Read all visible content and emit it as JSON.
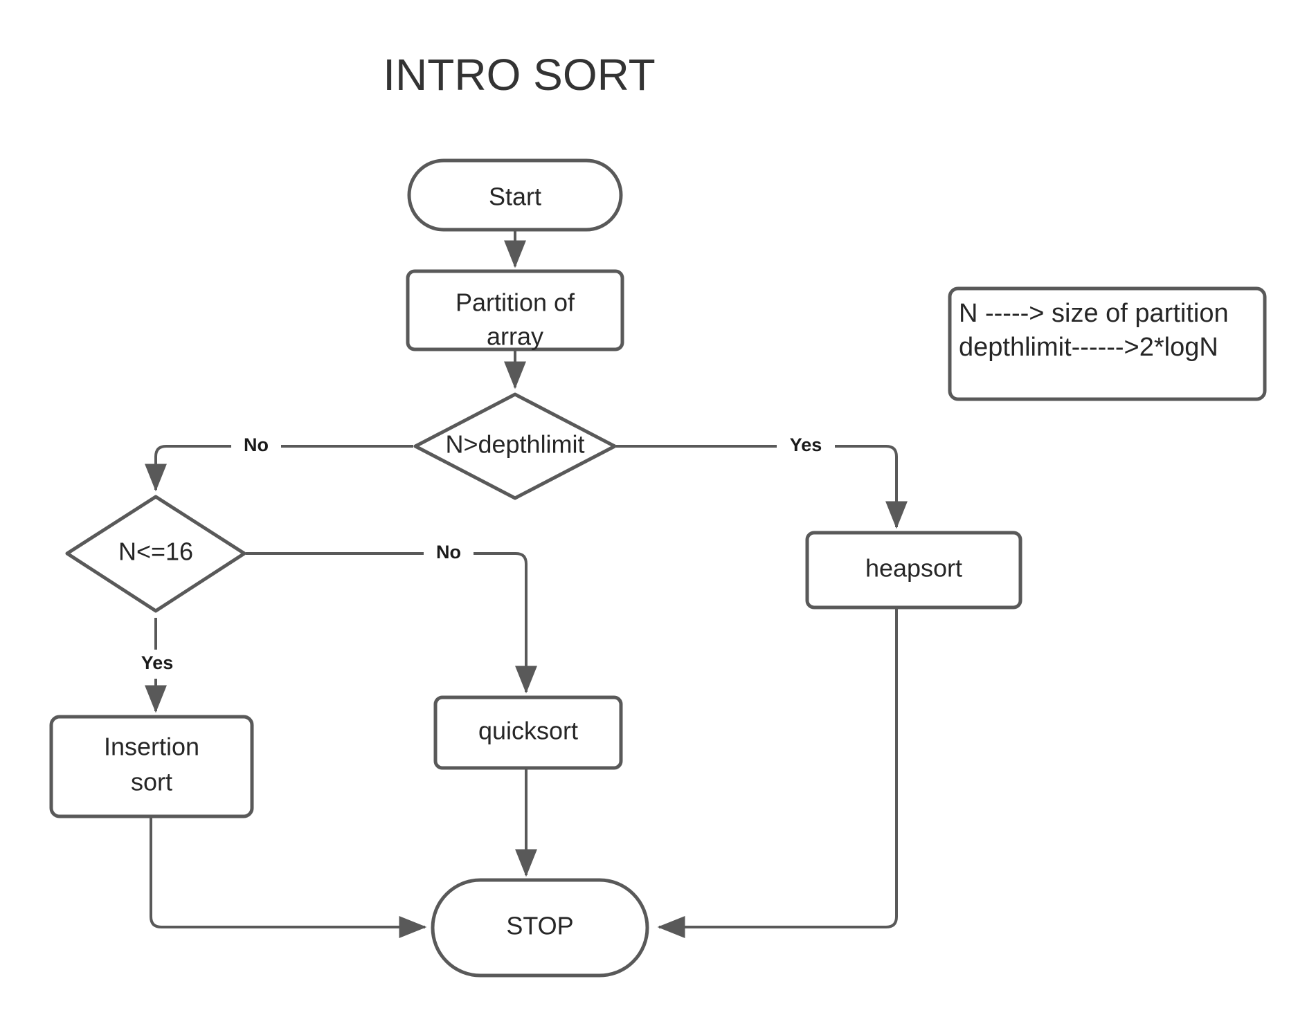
{
  "title": "INTRO SORT",
  "colors": {
    "stroke": "#595959",
    "text": "#262626",
    "title": "#333333",
    "label": "#1a1a1a",
    "background": "#ffffff"
  },
  "nodes": {
    "start": {
      "label": "Start",
      "shape": "stadium"
    },
    "partition": {
      "line1": "Partition of",
      "line2": "array",
      "shape": "rounded-rect"
    },
    "decision_depth": {
      "label": "N>depthlimit",
      "shape": "diamond"
    },
    "decision_size": {
      "label": "N<=16",
      "shape": "diamond"
    },
    "insertion": {
      "line1": "Insertion",
      "line2": "sort",
      "shape": "rounded-rect"
    },
    "quicksort": {
      "label": "quicksort",
      "shape": "rounded-rect"
    },
    "heapsort": {
      "label": "heapsort",
      "shape": "rounded-rect"
    },
    "stop": {
      "label": "STOP",
      "shape": "stadium"
    }
  },
  "edges": {
    "depth_no": "No",
    "depth_yes": "Yes",
    "size_yes": "Yes",
    "size_no": "No"
  },
  "legend": {
    "line1": "N -----> size of partition",
    "line2": "depthlimit------>2*logN"
  }
}
